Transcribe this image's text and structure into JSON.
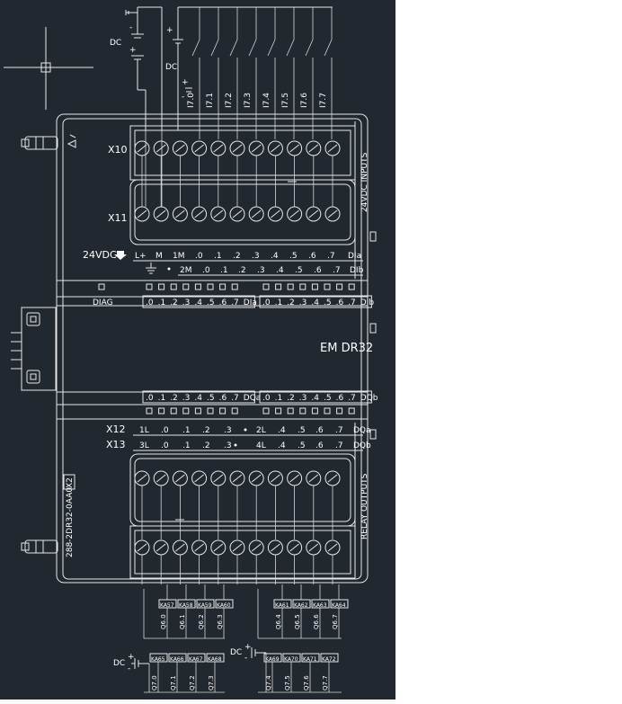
{
  "module": {
    "name": "EM  DR32",
    "order_number": "288-2DR32-0AA0",
    "diag": "DIAG",
    "badge": "X2"
  },
  "connectors": {
    "x10": "X10",
    "x11": "X11",
    "x12": "X12",
    "x13": "X13"
  },
  "side_labels": {
    "inputs": "24VDC INPUTS",
    "outputs": "RELAY OUTPUTS"
  },
  "supply": {
    "label": "24VDC",
    "dc": "DC",
    "plus": "+",
    "minus": "-"
  },
  "input_wires": [
    "I7.0",
    "I7.1",
    "I7.2",
    "I7.3",
    "I7.4",
    "I7.5",
    "I7.6",
    "I7.7"
  ],
  "x10_top_row": [
    "L+",
    "M",
    "1M",
    ".0",
    ".1",
    ".2",
    ".3",
    ".4",
    ".5",
    ".6",
    ".7",
    "DIa"
  ],
  "x11_bottom_row": [
    "2M",
    ".0",
    ".1",
    ".2",
    ".3",
    ".4",
    ".5",
    ".6",
    ".7",
    "DIb"
  ],
  "led_rows": {
    "dia": [
      ".0",
      ".1",
      ".2",
      ".3",
      ".4",
      ".5",
      ".6",
      ".7",
      "DIa"
    ],
    "dib": [
      ".0",
      ".1",
      ".2",
      ".3",
      ".4",
      ".5",
      ".6",
      ".7",
      "DIb"
    ],
    "dqa": [
      ".0",
      ".1",
      ".2",
      ".3",
      ".4",
      ".5",
      ".6",
      ".7",
      "DQa"
    ],
    "dqb": [
      ".0",
      ".1",
      ".2",
      ".3",
      ".4",
      ".5",
      ".6",
      ".7",
      "DQb"
    ]
  },
  "x12_row": [
    "1L",
    ".0",
    ".1",
    ".2",
    ".3",
    "2L",
    ".4",
    ".5",
    ".6",
    ".7",
    "DQa"
  ],
  "x13_row": [
    "3L",
    ".0",
    ".1",
    ".2",
    ".3",
    "4L",
    ".4",
    ".5",
    ".6",
    ".7",
    "DQb"
  ],
  "output_relays_top": [
    "KA57",
    "KA58",
    "KA59",
    "KA60",
    "KA61",
    "KA62",
    "KA63",
    "KA64"
  ],
  "output_wires_top": [
    "Q6.0",
    "Q6.1",
    "Q6.2",
    "Q6.3",
    "Q6.4",
    "Q6.5",
    "Q6.6",
    "Q6.7"
  ],
  "output_relays_bottom": [
    "KA65",
    "KA66",
    "KA67",
    "KA68",
    "KA69",
    "KA70",
    "KA71",
    "KA72"
  ],
  "output_wires_bottom": [
    "Q7.0",
    "Q7.1",
    "Q7.2",
    "Q7.3",
    "Q7.4",
    "Q7.5",
    "Q7.6",
    "Q7.7"
  ]
}
